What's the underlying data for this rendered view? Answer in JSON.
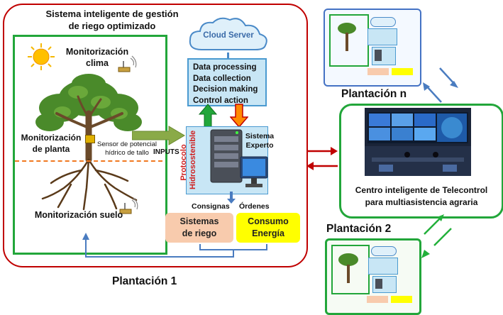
{
  "main_panel": {
    "title_line1": "Sistema inteligente de gestión",
    "title_line2": "de riego optimizado",
    "footer_label": "Plantación 1",
    "cloud_label": "Cloud Server",
    "server_tasks": [
      "Data processing",
      "Data collection",
      "Decision making",
      "Control action"
    ],
    "climate_label_line1": "Monitorización",
    "climate_label_line2": "clima",
    "plant_label_line1": "Monitorización",
    "plant_label_line2": "de planta",
    "sensor_label_line1": "Sensor de potencial",
    "sensor_label_line2": "hídrico de tallo",
    "soil_label": "Monitorización suelo",
    "inputs_label": "INPUTS",
    "protocol_line1": "Protocolo",
    "protocol_line2": "Hidrosostenible",
    "expert_line1": "Sistema",
    "expert_line2": "Experto",
    "consignas_label": "Consignas",
    "ordenes_label": "Órdenes",
    "irrigation_line1": "Sistemas",
    "irrigation_line2": "de riego",
    "energy_line1": "Consumo",
    "energy_line2": "Energía"
  },
  "plantation_n": {
    "label": "Plantación n"
  },
  "plantation_2": {
    "label": "Plantación 2"
  },
  "control_center": {
    "label_line1": "Centro inteligente de Telecontrol",
    "label_line2": "para multiasistencia agraria"
  },
  "colors": {
    "main_border": "#c00000",
    "green_border": "#22a63a",
    "blue_border": "#4472c4",
    "cloud_panel": "#c8e6f5",
    "irrigation_box": "#f8cbad",
    "energy_box": "#ffff00",
    "arrow_green": "#7a9a3a",
    "arrow_red": "#c00000",
    "arrow_blue": "#4a7cc0"
  }
}
